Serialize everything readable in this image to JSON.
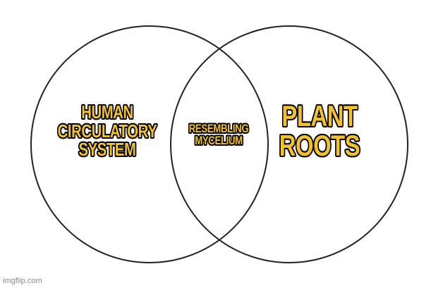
{
  "diagram": {
    "type": "venn",
    "sets": [
      {
        "id": "left",
        "label": "HUMAN\nCIRCULATORY\nSYSTEM"
      },
      {
        "id": "right",
        "label": "PLANT\nROOTS"
      }
    ],
    "intersection": {
      "label": "RESEMBLING\nMYCELIUM"
    },
    "circle_stroke_color": "#222222",
    "label_fill_color": "#f2c12e",
    "label_outline_color": "#000000"
  },
  "watermark": {
    "text": "imgflip.com",
    "color": "#8a8a8a"
  }
}
